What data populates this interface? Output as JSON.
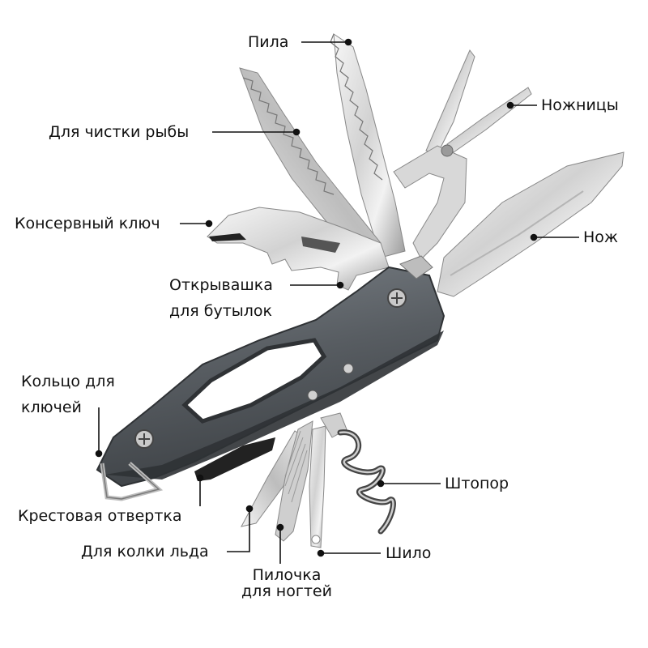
{
  "labels": {
    "saw": "Пила",
    "scissors": "Ножницы",
    "fish_scaler": "Для чистки рыбы",
    "can_opener": "Консервный ключ",
    "knife": "Нож",
    "bottle_opener": [
      "Открывашка",
      "для бутылок"
    ],
    "key_ring": [
      "Кольцо для",
      "ключей"
    ],
    "corkscrew": "Штопор",
    "phillips_screwdriver": "Крестовая отвертка",
    "ice_pick": "Для колки льда",
    "awl": "Шило",
    "nail_file": [
      "Пилочка",
      "для ногтей"
    ]
  },
  "colors": {
    "steel_light": "#eeeeee",
    "steel_dark": "#8f8f8f",
    "handle": "#5b6065",
    "handle_dark": "#2f3235",
    "leader_line": "#111111",
    "text": "#111111"
  }
}
